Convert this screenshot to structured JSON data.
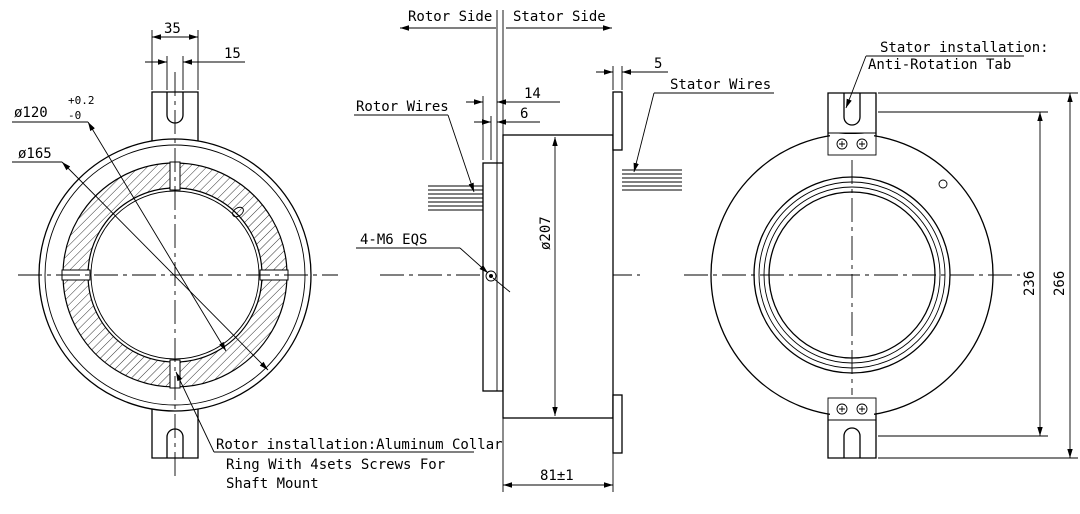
{
  "front_view": {
    "dim_35": "35",
    "dim_15": "15",
    "dim_bore": "ø120",
    "dim_bore_tol_upper": "+0.2",
    "dim_bore_tol_lower": "-0",
    "dim_165": "ø165",
    "note_rotor_line1": "Rotor installation:Aluminum Collar",
    "note_rotor_line2": "Ring With 4sets Screws For",
    "note_rotor_line3": "Shaft Mount"
  },
  "side_view": {
    "rotor_side": "Rotor Side",
    "stator_side": "Stator Side",
    "rotor_wires": "Rotor Wires",
    "stator_wires": "Stator Wires",
    "dim_14": "14",
    "dim_6": "6",
    "dim_5": "5",
    "screws": "4-M6 EQS",
    "dim_207": "ø207",
    "dim_81": "81±1"
  },
  "rear_view": {
    "note_stator_line1": "Stator installation:",
    "note_stator_line2": "Anti-Rotation Tab",
    "dim_236": "236",
    "dim_266": "266"
  }
}
